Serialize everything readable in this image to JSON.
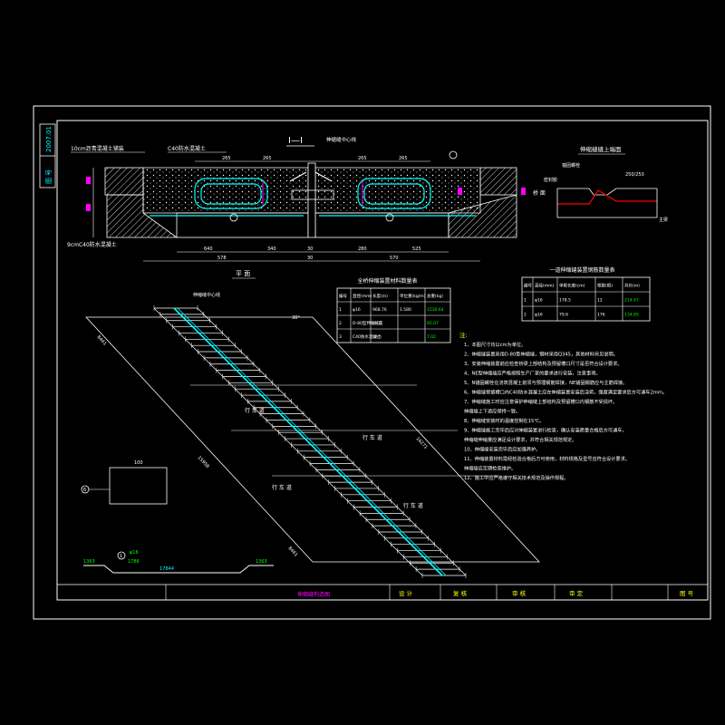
{
  "colors": {
    "background": "#000000",
    "frame": "#ffffff",
    "annotation": "#ffffff",
    "rebar": "#00ffff",
    "highlight": "#00ff00",
    "accent": "#ff00ff",
    "warn": "#ff0000",
    "title_text": "#ff00ff",
    "sign_text": "#ffff00",
    "sheet_text": "#00ffff"
  },
  "section": {
    "title": "I—I",
    "label_c40": "C40防水混凝土",
    "label_10cm": "10cm沥青混凝土铺装",
    "label_9cm": "9cmC40防水混凝土",
    "label_anchor": "伸缩缝中心线",
    "dim_top": [
      "265",
      "265",
      "265",
      "265"
    ],
    "dim_bottom": [
      "640",
      "340",
      "30",
      "280",
      "525"
    ],
    "dim_total": [
      "578",
      "30",
      "570"
    ]
  },
  "detail": {
    "title": "伸缩缝缝上端面",
    "dim": "250/250",
    "label_a": "锚固螺栓",
    "label_b": "密封胶"
  },
  "plan": {
    "title": "平 面",
    "label_center": "伸缩缝中心线",
    "lanes": [
      "行 车 道",
      "行 车 道",
      "行 车 道",
      "行 车 道"
    ],
    "dim_left": "8461",
    "dim_mid": "15958",
    "dim_right": "8461",
    "dim_skew": "16271",
    "angle": "30°"
  },
  "table1": {
    "title": "全桥伸缩装置材料数量表",
    "headers": [
      "编号",
      "直径(mm)",
      "长度(m)",
      "单位重(kg/m)",
      "总重(kg)"
    ],
    "rows": [
      [
        "1",
        "φ16",
        "968.76",
        "1.580",
        "1530.64"
      ],
      [
        "2",
        "D-80型伸缩装置",
        "(m)",
        "",
        "65.07"
      ],
      [
        "3",
        "C40防水混凝土",
        "(m³)",
        "",
        "7.02"
      ]
    ]
  },
  "table2": {
    "title": "一道伸缩缝装置钢筋数量表",
    "headers": [
      "编号",
      "直径(mm)",
      "单根长度(cm)",
      "根数(根)",
      "共长(m)"
    ],
    "rows": [
      [
        "1",
        "φ16",
        "178.5",
        "12",
        "214.47"
      ],
      [
        "2",
        "φ16",
        "79.6",
        "176",
        "134.85"
      ]
    ]
  },
  "notes": {
    "title": "注:",
    "lines": [
      "1、本图尺寸均以cm为单位。",
      "2、伸缩缝装置采用D-80型伸缩缝，钢材采用Q345，其他材料另见说明。",
      "3、安装伸缩装置前应检查桥梁上部结构及预留槽口尺寸是否符合设计要求。",
      "4、NE型伸缩缝应严格按照生产厂家的要求进行安装，注意事项。",
      "5、N锚固螺栓在浇筑混凝土前须与预埋钢筋焊接，NE锚固钢筋应与主筋焊接。",
      "6、伸缩缝预留槽口内C40防水混凝土应在伸缩装置安装后浇筑，强度满足要求后方可通车2mm。",
      "7、伸缩缝施工时应注意保护伸缩缝上部结构及预留槽口内钢筋不受损坏。",
      "   伸缩缝上下游应保持一致。",
      "8、伸缩缝安装时的温度控制在15℃。",
      "9、伸缩缝施工完毕后应对伸缩装置进行检查，确认安装质量合格后方可通车，",
      "   伸缩缝伸缩量应满足设计要求，并符合相关规范规定。",
      "10、伸缩缝安装完毕后应加强养护。",
      "11、伸缩装置材料需经检验合格后方可使用，材料规格及型号应符合设计要求。",
      "   伸缩缝应定期检查维护。",
      "12、施工中应严格遵守相关技术规范及操作规程。"
    ]
  },
  "bar": {
    "shape_dim": "100",
    "shape_label": "6",
    "bar1_label": "1",
    "bar1_dims": [
      "φ16",
      "1786"
    ],
    "bar1_ends": [
      "1363",
      "17844",
      "1363"
    ]
  },
  "title_block": {
    "drawing_name": "伸缩缝构造图",
    "fields": [
      "设 计",
      "复 核",
      "审 核",
      "审 定",
      "图 号"
    ]
  },
  "side_label": {
    "date": "2007.01",
    "sheet": "图 号"
  }
}
